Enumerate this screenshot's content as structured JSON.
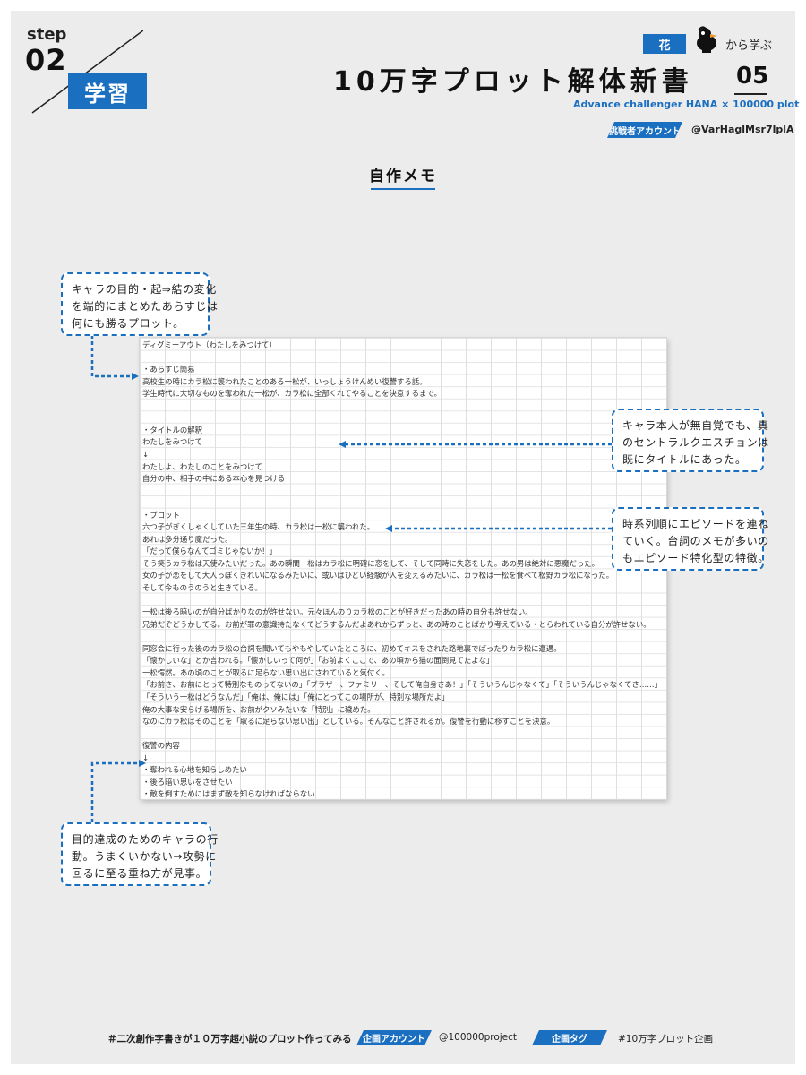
{
  "header": {
    "step_label": "step",
    "step_number": "02",
    "section_label": "学習",
    "author_badge": "花",
    "learn_from": "から学ぶ",
    "title": "10万字プロット解体新書",
    "volume": "05",
    "subtitle": "Advance challenger HANA × 100000 plot",
    "account_badge": "挑戦者アカウント",
    "account_handle": "@VarHaglMsr7lplA",
    "accent_color": "#1b6fc0"
  },
  "memo_heading": "自作メモ",
  "sheet": {
    "lines": [
      "ディグミーアウト（わたしをみつけて）",
      "",
      "・あらすじ簡易",
      "高校生の時にカラ松に襲われたことのある一松が、いっしょうけんめい復讐する話。",
      "学生時代に大切なものを奪われた一松が、カラ松に全部くれてやることを決意するまで。",
      "",
      "",
      "・タイトルの解釈",
      "わたしをみつけて",
      "↓",
      "わたしよ、わたしのことをみつけて",
      "自分の中、相手の中にある本心を見つける",
      "",
      "",
      "・プロット",
      "六つ子がぎくしゃくしていた三年生の時、カラ松は一松に襲われた。",
      "あれは多分通り魔だった。",
      "「だって僕らなんてゴミじゃないか！」",
      "そう笑うカラ松は天使みたいだった。あの瞬間一松はカラ松に明確に恋をして、そして同時に失恋をした。あの男は絶対に悪魔だった。",
      "女の子が恋をして大人っぽくきれいになるみたいに、或いはひどい経験が人を変えるみたいに、カラ松は一松を食べて松野カラ松になった。",
      "そして今ものうのうと生きている。",
      "",
      "一松は後ろ暗いのが自分ばかりなのが許せない。元々ほんのりカラ松のことが好きだったあの時の自分も許せない。",
      "兄弟だぞどうかしてる。お前が罪の意識持たなくてどうするんだよあれからずっと、あの時のことばかり考えている・とらわれている自分が許せない。",
      "",
      "同窓会に行った後のカラ松の台詞を聞いてもやもやしていたところに、初めてキスをされた路地裏でばったりカラ松に遭遇。",
      "「懐かしいな」とか言われる。「懐かしいって何が」「お前よくここで、あの頃から猫の面倒見てたよな」",
      "一松愕然。あの頃のことが取るに足らない思い出にされていると気付く。",
      "「お前さ、お前にとって特別なものってないの」「ブラザー、ファミリー、そして俺自身さあ！」「そういうんじゃなくて」「そういうんじゃなくてさ……」",
      "「そういう一松はどうなんだ」「俺は、俺には」「俺にとってこの場所が、特別な場所だよ」",
      "俺の大事な安らげる場所を、お前がクソみたいな「特別」に穢めた。",
      "なのにカラ松はそのことを「取るに足らない思い出」としている。そんなこと許されるか。復讐を行動に移すことを決意。",
      "",
      "復讐の内容",
      "↓",
      "・奪われる心地を知らしめたい",
      "・後ろ暗い思いをさせたい",
      "・敵を倒すためにはまず敵を知らなければならない"
    ]
  },
  "callouts": {
    "c1": [
      "キャラの目的・起⇒結の変化",
      "を端的にまとめたあらすじは",
      "何にも勝るプロット。"
    ],
    "c2": [
      "キャラ本人が無自覚でも、真",
      "のセントラルクエスチョンは",
      "既にタイトルにあった。"
    ],
    "c3": [
      "時系列順にエピソードを連ね",
      "ていく。台詞のメモが多いの",
      "もエピソード特化型の特徴。"
    ],
    "c4": [
      "目的達成のためのキャラの行",
      "動。うまくいかない→攻勢に",
      "回るに至る重ね方が見事。"
    ]
  },
  "footer": {
    "hashtag_text": "＃二次創作字書きが１０万字超小説のプロット作ってみる",
    "project_badge": "企画アカウント",
    "project_handle": "@100000project",
    "tag_badge": "企画タグ",
    "tag_value": "#10万字プロット企画"
  }
}
